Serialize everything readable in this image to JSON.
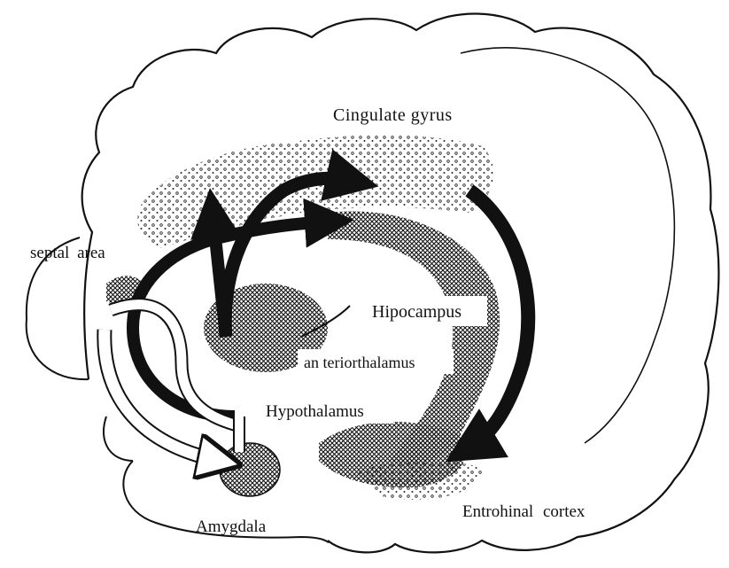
{
  "diagram": {
    "labels": {
      "cingulate_gyrus": "Cingulate gyrus",
      "septal_area": "septal area",
      "hipocampus": "Hipocampus",
      "anterior_thalamus": "an teriorthalamus",
      "hypothalamus": "Hypothalamus",
      "amygdala": "Amygdala",
      "entorhinal_cortex": "Entrohinal cortex"
    }
  }
}
